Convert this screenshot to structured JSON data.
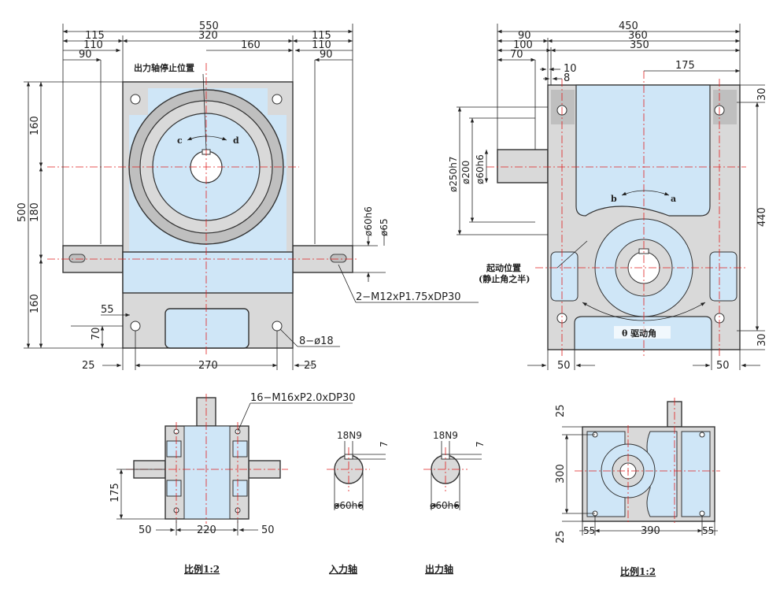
{
  "front_view": {
    "dims": {
      "overall_width": "550",
      "width_320": "320",
      "left_115": "115",
      "right_115": "115",
      "left_110": "110",
      "right_110": "110",
      "left_90": "90",
      "right_90": "90",
      "center_160": "160",
      "height_500": "500",
      "height_160_top": "160",
      "height_180": "180",
      "height_160_bottom": "160",
      "bottom_270": "270",
      "left_25": "25",
      "right_25": "25",
      "offset_55": "55",
      "offset_70": "70",
      "shaft_dia": "ø60h6",
      "shaft_outer": "ø65"
    },
    "labels": {
      "output_stop": "出力轴停止位置",
      "dir_c": "c",
      "dir_d": "d",
      "tapped_holes": "2−M12xP1.75xDP30",
      "mount_holes": "8−ø18"
    }
  },
  "side_view": {
    "dims": {
      "overall_width": "450",
      "width_90": "90",
      "width_360": "360",
      "width_100": "100",
      "width_350": "350",
      "width_70": "70",
      "width_10": "10",
      "width_8": "8",
      "right_175": "175",
      "dia_250": "ø250h7",
      "dia_200": "ø200",
      "dia_60": "ø60h6",
      "height_440": "440",
      "top_30": "30",
      "bottom_30": "30",
      "left_50": "50",
      "right_50": "50"
    },
    "labels": {
      "dir_b": "b",
      "dir_a": "a",
      "start_pos_1": "起动位置",
      "start_pos_2": "(静止角之半)",
      "drive_angle": "θ 驱动角"
    }
  },
  "bottom_view": {
    "dims": {
      "height_175": "175",
      "width_220": "220",
      "left_50": "50",
      "right_50": "50"
    },
    "labels": {
      "tapped_holes": "16−M16xP2.0xDP30",
      "scale": "比例1:2"
    }
  },
  "input_shaft": {
    "dims": {
      "keyway": "18N9",
      "key_depth": "7",
      "dia": "ø60h6"
    },
    "labels": {
      "caption": "入力轴"
    }
  },
  "output_shaft": {
    "dims": {
      "keyway": "18N9",
      "key_depth": "7",
      "dia": "ø60h6"
    },
    "labels": {
      "caption": "出力轴"
    }
  },
  "top_view": {
    "dims": {
      "top_25": "25",
      "height_300": "300",
      "bottom_25": "25",
      "left_55": "55",
      "width_390": "390",
      "right_55": "55"
    },
    "labels": {
      "scale": "比例1:2"
    }
  }
}
